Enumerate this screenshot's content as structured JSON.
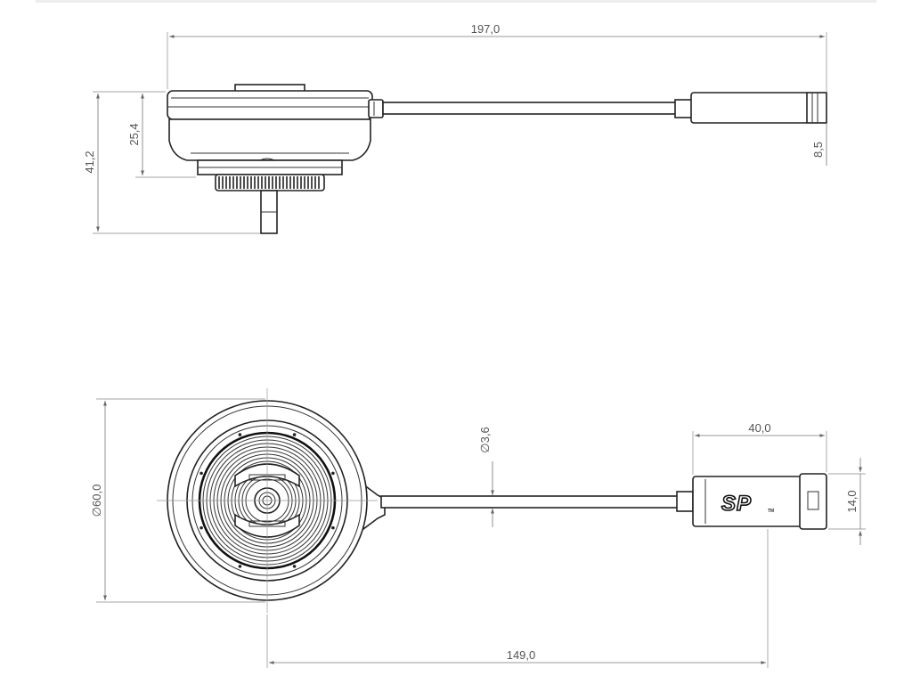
{
  "dimensions": {
    "overall_length": "197,0",
    "body_height": "25,4",
    "total_height": "41,2",
    "connector_height": "8,5",
    "cable_diameter": "3,6",
    "mount_diameter": "60,0",
    "connector_length": "40,0",
    "connector_width": "14,0",
    "center_to_connector": "149,0"
  },
  "diameter_symbol": "∅",
  "logo_text": "SP",
  "logo_sub": "TM"
}
